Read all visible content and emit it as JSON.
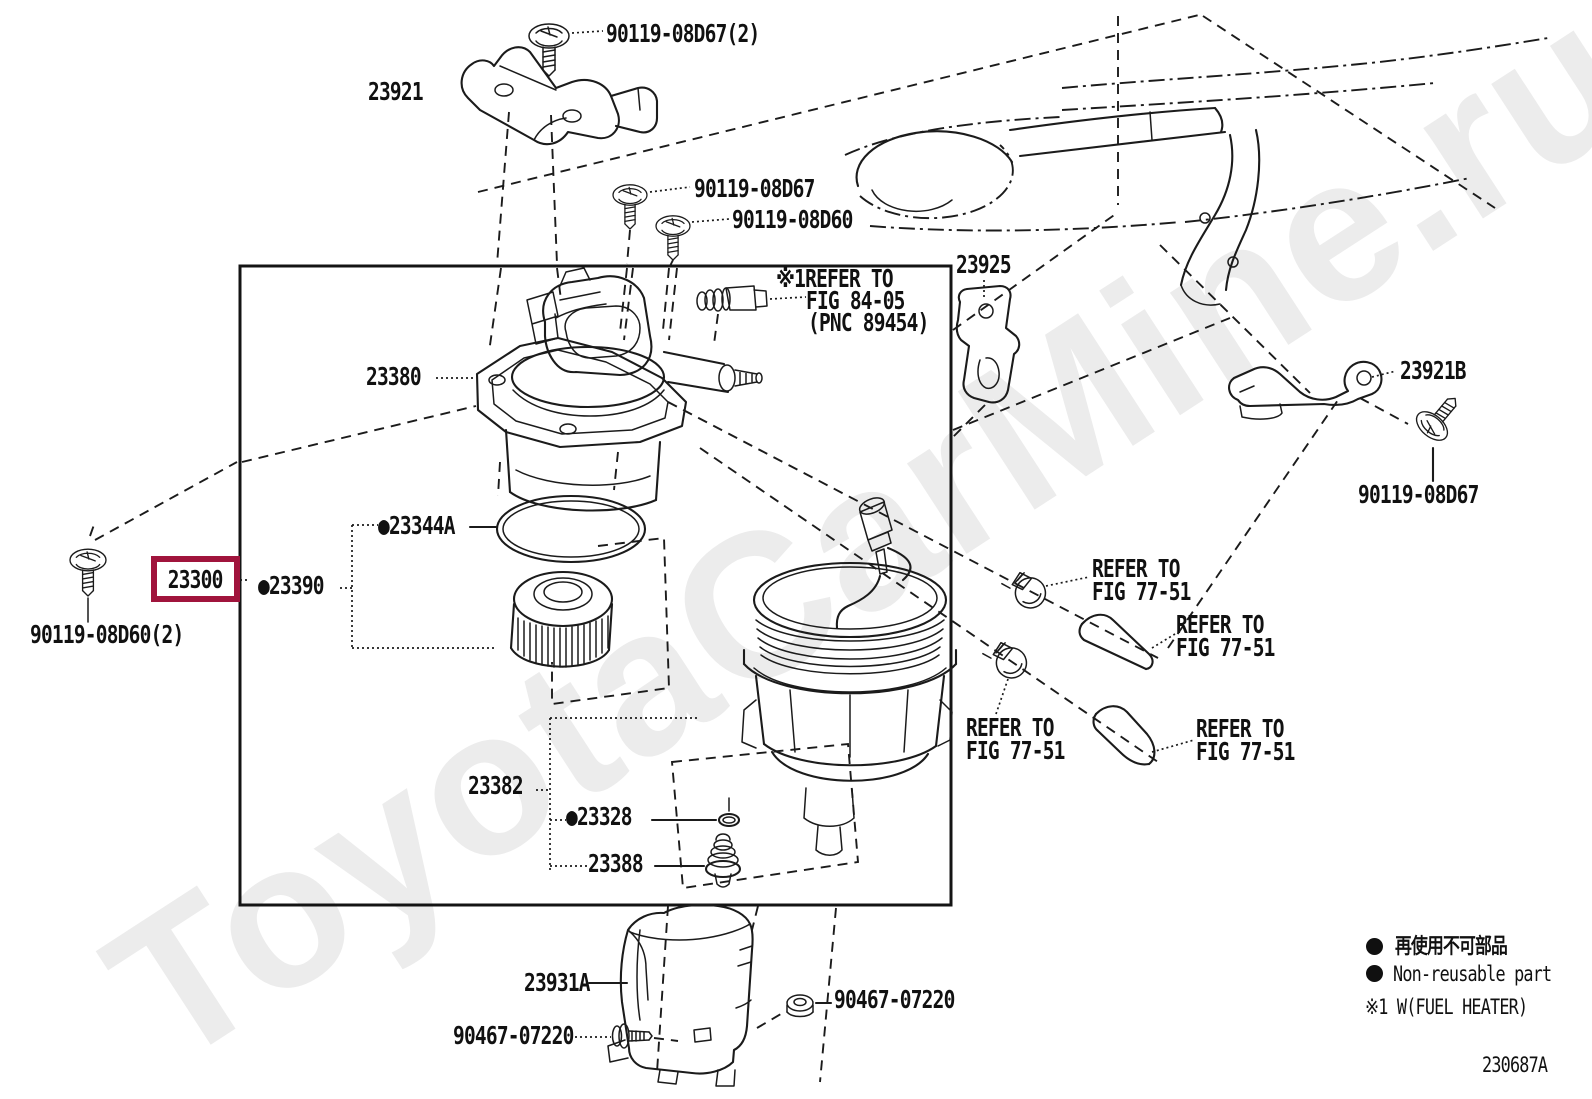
{
  "watermark": "ToyotaCarMine.ru",
  "diagram_code": "230687A",
  "highlight_color": "#a0143c",
  "labels": {
    "bolt_top": "90119-08D67(2)",
    "bracket_front": "23921",
    "bolt_mid_a": "90119-08D67",
    "bolt_mid_b": "90119-08D60",
    "bracket_side": "23925",
    "bracket_rear": "23921B",
    "bolt_rear": "90119-08D67",
    "filter_head": "23380",
    "heater_note_line1": "※1REFER TO",
    "heater_note_line2": "FIG 84-05",
    "heater_note_line3": "(PNC 89454)",
    "oring": "●23344A",
    "element_kit": "●23390",
    "assy": "23300",
    "bolt_left": "90119-08D60(2)",
    "case": "23382",
    "gasket": "●23328",
    "plug": "23388",
    "cover": "23931A",
    "clip_right": "90467-07220",
    "clip_left": "90467-07220",
    "refer_fig7751": {
      "line1": "REFER TO",
      "line2": "FIG 77-51"
    }
  },
  "legend": {
    "jp": "再使用不可部品",
    "en": "Non-reusable part",
    "note": "※1 W(FUEL HEATER)"
  }
}
